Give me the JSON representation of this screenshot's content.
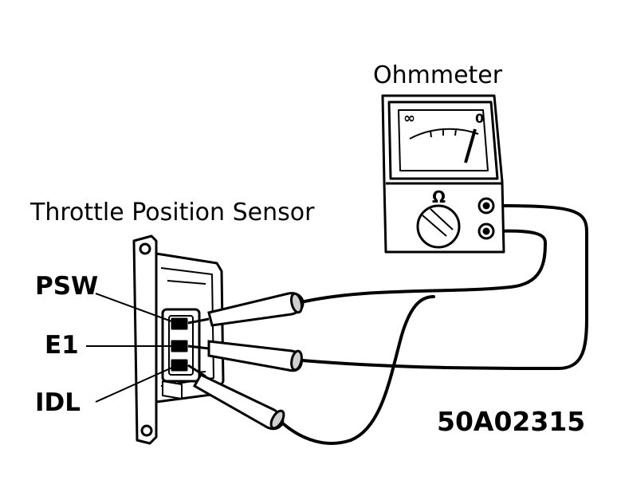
{
  "labels": {
    "ohmmeter": "Ohmmeter",
    "sensor": "Throttle Position Sensor",
    "psw": "PSW",
    "e1": "E1",
    "idl": "IDL",
    "figure_code": "50A02315"
  },
  "meter": {
    "scale_left": "∞",
    "scale_right": "0",
    "knob_symbol": "Ω"
  },
  "colors": {
    "ink": "#000000",
    "paper": "#ffffff",
    "probe_shade": "#cfcfcf"
  }
}
